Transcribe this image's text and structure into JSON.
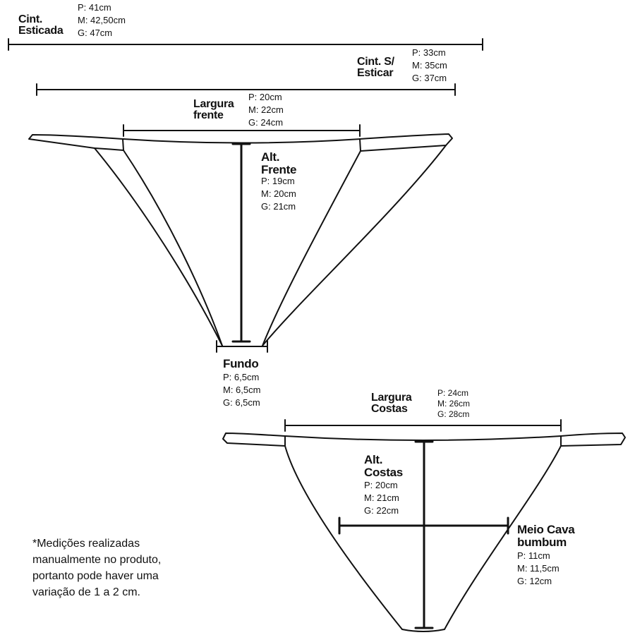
{
  "cintura_esticada": {
    "title_1": "Cint.",
    "title_2": "Esticada",
    "p": "P: 41cm",
    "m": "M: 42,50cm",
    "g": "G: 47cm"
  },
  "cintura_sem_esticar": {
    "title_1": "Cint. S/",
    "title_2": "Esticar",
    "p": "P: 33cm",
    "m": "M: 35cm",
    "g": "G: 37cm"
  },
  "largura_frente": {
    "title_1": "Largura",
    "title_2": "frente",
    "p": "P: 20cm",
    "m": "M: 22cm",
    "g": "G: 24cm"
  },
  "altura_frente": {
    "title_1": "Alt.",
    "title_2": "Frente",
    "p": "P: 19cm",
    "m": "M: 20cm",
    "g": "G: 21cm"
  },
  "fundo": {
    "title": "Fundo",
    "p": "P: 6,5cm",
    "m": "M: 6,5cm",
    "g": "G: 6,5cm"
  },
  "largura_costas": {
    "title_1": "Largura",
    "title_2": "Costas",
    "p": "P: 24cm",
    "m": "M: 26cm",
    "g": "G: 28cm"
  },
  "altura_costas": {
    "title_1": "Alt.",
    "title_2": "Costas",
    "p": "P: 20cm",
    "m": "M: 21cm",
    "g": "G: 22cm"
  },
  "meio_cava": {
    "title_1": "Meio Cava",
    "title_2": "bumbum",
    "p": "P: 11cm",
    "m": "M: 11,5cm",
    "g": "G: 12cm"
  },
  "note": {
    "line_1": "*Medições realizadas",
    "line_2": "manualmente no produto,",
    "line_3": "portanto pode haver uma",
    "line_4": "variação de 1 a 2 cm."
  },
  "colors": {
    "line": "#111111",
    "background": "#ffffff"
  }
}
